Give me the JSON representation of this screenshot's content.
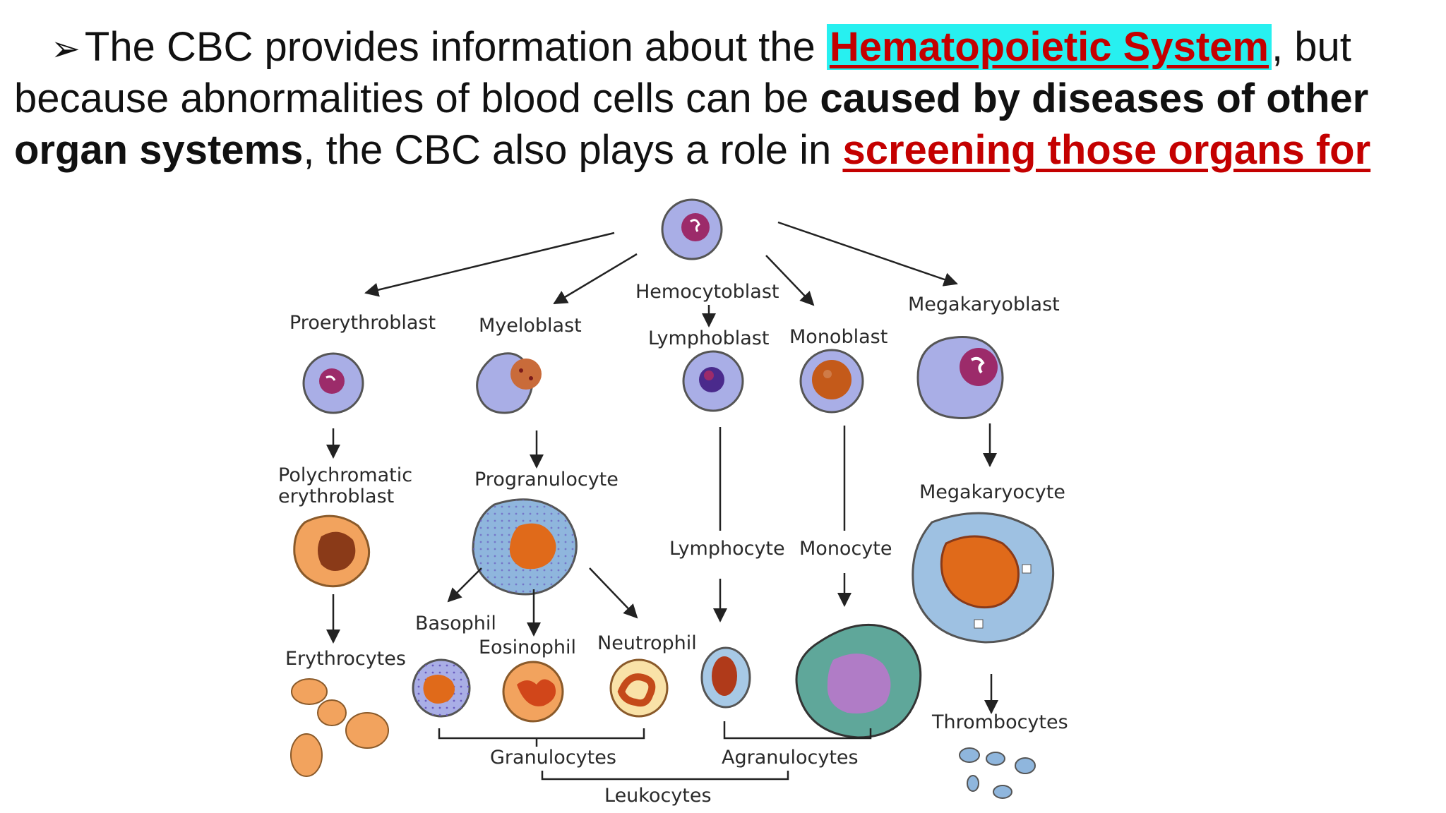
{
  "text": {
    "bullet": "➢",
    "l1_a": "The CBC provides information about the ",
    "l1_highlight": "Hematopoietic System",
    "l1_b": ", but",
    "l2_a": "because abnormalities of blood cells can be ",
    "l2_bold": "caused by diseases of other",
    "l3_bold": "organ systems",
    "l3_a": ", the CBC also plays a role in ",
    "l3_red": "screening those organs for"
  },
  "diagram": {
    "labels": {
      "hemocytoblast": "Hemocytoblast",
      "proerythroblast": "Proerythroblast",
      "myeloblast": "Myeloblast",
      "lymphoblast": "Lymphoblast",
      "monoblast": "Monoblast",
      "megakaryoblast": "Megakaryoblast",
      "polychromatic_1": "Polychromatic",
      "polychromatic_2": "erythroblast",
      "progranulocyte": "Progranulocyte",
      "lymphocyte": "Lymphocyte",
      "monocyte": "Monocyte",
      "megakaryocyte": "Megakaryocyte",
      "erythrocytes": "Erythrocytes",
      "basophil": "Basophil",
      "eosinophil": "Eosinophil",
      "neutrophil": "Neutrophil",
      "thrombocytes": "Thrombocytes",
      "granulocytes": "Granulocytes",
      "agranulocytes": "Agranulocytes",
      "leukocytes": "Leukocytes"
    },
    "colors": {
      "blast_cytoplasm": "#a9aee6",
      "blast_nucleus": "#9c2b6a",
      "erythro": "#f2a35e",
      "granulocyte_cyto": "#8fb6dd",
      "monocyte_cyto": "#5fa79a",
      "monocyte_nucleus": "#b07cc6",
      "megakaryocyte_cyto": "#9ec1e2",
      "orange_nucleus": "#e06a1a"
    }
  }
}
